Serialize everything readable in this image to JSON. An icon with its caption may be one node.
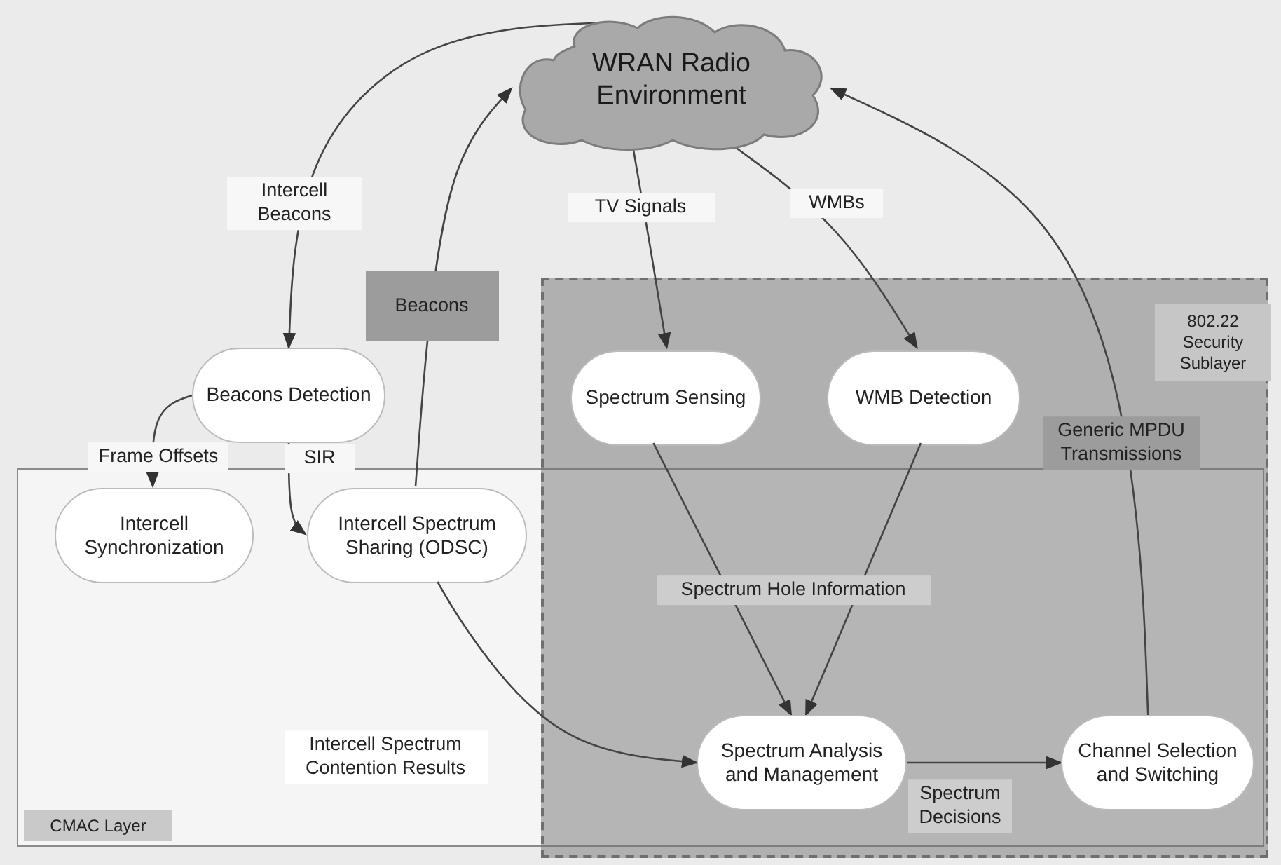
{
  "diagram": {
    "nodes": [
      {
        "text": [
          "WRAN Radio Environment"
        ]
      },
      {
        "text": [
          "802.22 Security Sublayer"
        ]
      },
      {
        "text": [
          "CMAC Layer"
        ]
      },
      {
        "text": [
          "Beacons Detection"
        ]
      },
      {
        "text": [
          "Spectrum Sensing"
        ],
        "in": 1
      },
      {
        "text": [
          "WMB Detection"
        ],
        "in": 1
      },
      {
        "text": [
          "Intercell Synchronization"
        ],
        "in": 2
      },
      {
        "text": [
          "Intercell Spectrum Sharing (ODSC)"
        ],
        "in": 2
      },
      {
        "text": [
          "Spectrum Analysis and Management"
        ]
      },
      {
        "text": [
          "Channel Selection and Switching"
        ]
      }
    ],
    "edges": [
      {
        "from": 0,
        "to": 3,
        "arrow": "to",
        "label": "Intercell Beacons"
      },
      {
        "from": 7,
        "to": 0,
        "arrow": "to",
        "label": "Beacons"
      },
      {
        "from": 0,
        "to": 4,
        "arrow": "to",
        "label": "TV Signals"
      },
      {
        "from": 0,
        "to": 5,
        "arrow": "to",
        "label": "WMBs"
      },
      {
        "from": 3,
        "to": 6,
        "arrow": "to",
        "label": "Frame Offsets"
      },
      {
        "from": 3,
        "to": 7,
        "arrow": "to",
        "label": "SIR"
      },
      {
        "from": 7,
        "to": 8,
        "arrow": "to",
        "label": "Intercell Spectrum Contention Results"
      },
      {
        "from": 4,
        "to": 8,
        "arrow": "to",
        "label": "Spectrum Hole Information"
      },
      {
        "from": 5,
        "to": 8,
        "arrow": "to"
      },
      {
        "from": 8,
        "to": 9,
        "arrow": "to",
        "label": "Spectrum Decisions"
      },
      {
        "from": 9,
        "to": 0,
        "arrow": "to",
        "label": "Generic MPDU Transmissions"
      }
    ]
  }
}
